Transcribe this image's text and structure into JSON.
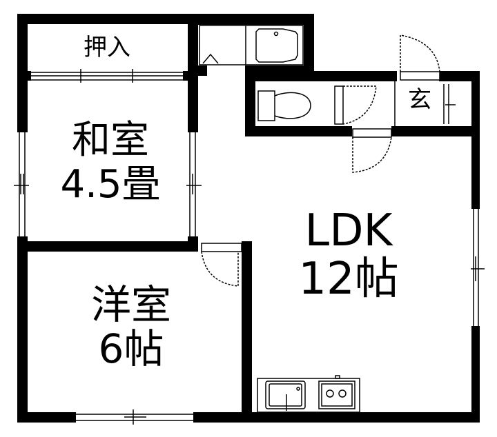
{
  "floor_plan": {
    "rooms": [
      {
        "id": "oshiire",
        "name": "押入",
        "size": "",
        "type": "closet"
      },
      {
        "id": "washitsu",
        "name": "和室",
        "size": "4.5畳",
        "type": "japanese-room"
      },
      {
        "id": "yoshitsu",
        "name": "洋室",
        "size": "6帖",
        "type": "western-room"
      },
      {
        "id": "ldk",
        "name": "LDK",
        "size": "12帖",
        "type": "living-dining-kitchen"
      },
      {
        "id": "genkan",
        "name": "玄",
        "size": "",
        "type": "entrance"
      }
    ],
    "fixtures": [
      "washing-machine-space",
      "bathtub",
      "toilet",
      "kitchen-sink",
      "gas-stove"
    ],
    "colors": {
      "wall": "#000000",
      "background": "#ffffff"
    }
  }
}
